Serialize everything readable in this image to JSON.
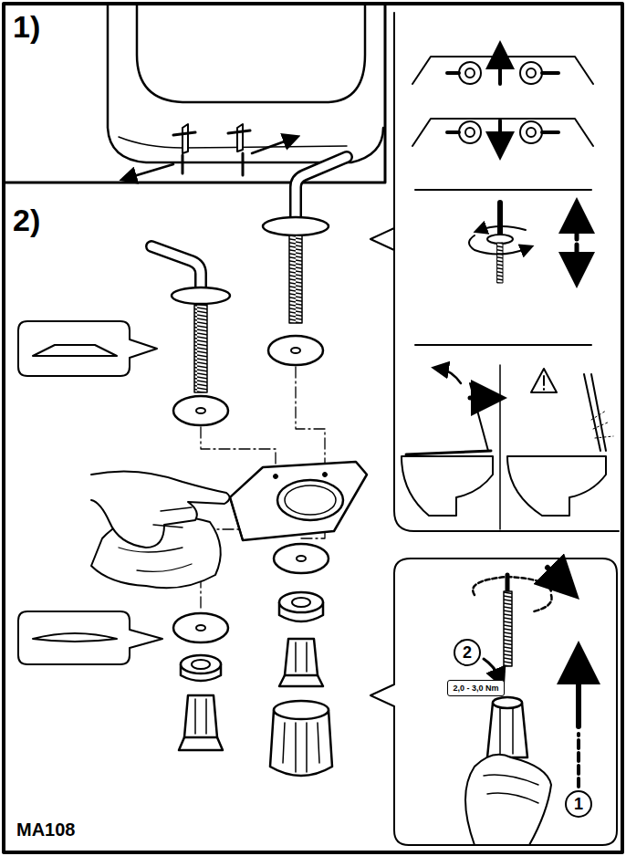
{
  "diagram": {
    "nodes": [
      {
        "text": [
          "2,0 - 3,0 Nm"
        ]
      },
      {
        "text": [
          "2"
        ]
      },
      {
        "text": [
          "1"
        ]
      }
    ],
    "labels": [
      "1)",
      "2)",
      "MA108"
    ]
  }
}
